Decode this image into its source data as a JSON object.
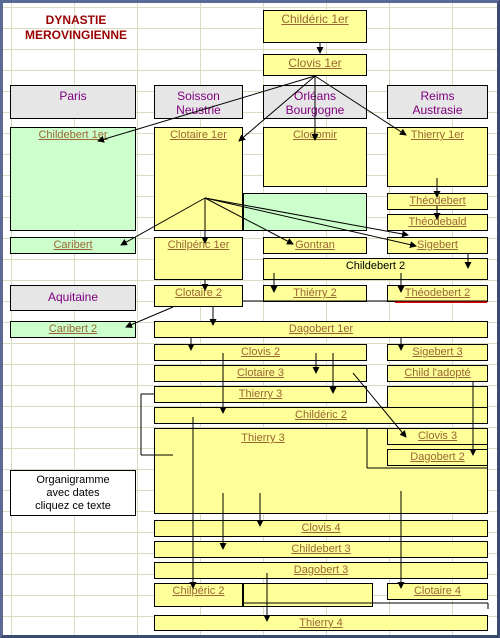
{
  "title_line1": "DYNASTIE",
  "title_line2": "MEROVINGIENNE",
  "regions": {
    "paris": "Paris",
    "soisson_line1": "Soisson",
    "soisson_line2": "Neustrie",
    "orleans_line1": "Orléans",
    "orleans_line2": "Bourgogne",
    "reims_line1": "Reims",
    "reims_line2": "Austrasie",
    "aquitaine": "Aquitaine"
  },
  "kings": {
    "childeric1": "Childéric 1er",
    "clovis1": "Clovis 1er",
    "childebert1": "Childebert 1er",
    "clotaire1": "Clotaire 1er",
    "clodomir": "Clodomir",
    "thierry1": "Thierry 1er",
    "theodebert": "Théodebert",
    "theodebald": "Théodebald",
    "caribert": "Caribert",
    "chilperic1": "Chilpéric 1er",
    "gontran": "Gontran",
    "sigebert": "Sigebert",
    "childebert2": "Childebert 2",
    "clotaire2": "Clotaire 2",
    "thierry2": "Thiérry 2",
    "theodebert2": "Théodebert 2",
    "caribert2": "Caribert 2",
    "dagobert1": "Dagobert 1er",
    "clovis2": "Clovis 2",
    "sigebert3": "Sigebert 3",
    "clotaire3": "Clotaire 3",
    "child_adopte": "Child l'adopté",
    "thierry3a": "Thierry 3",
    "childeric2": "Childéric 2",
    "thierry3b": "Thierry 3",
    "clovis3": "Clovis 3",
    "dagobert2": "Dagobert 2",
    "clovis4": "Clovis 4",
    "childebert3": "Childebert 3",
    "dagobert3": "Dagobert 3",
    "chilperic2": "Chilpéric 2",
    "clotaire4": "Clotaire 4",
    "thierry4": "Thierry 4"
  },
  "organigramme": {
    "line1": "Organigramme",
    "line2": "avec dates",
    "line3": "cliquez ce texte"
  },
  "colors": {
    "king_box": "#ffff99",
    "paris_box": "#ccffcc",
    "region_header": "#e6e6e6",
    "link_text": "#996633",
    "region_text": "#800080",
    "title_text": "#990000",
    "underline_marker": "#e00000"
  }
}
